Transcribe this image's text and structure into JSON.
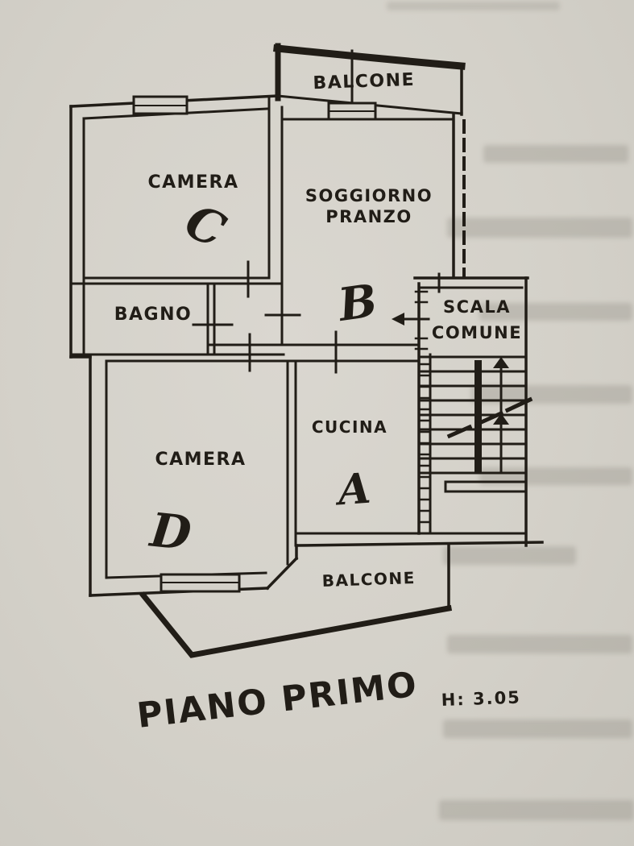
{
  "document": {
    "title": "PIANO PRIMO",
    "height_note": "H: 3.05"
  },
  "rooms": {
    "balcone_top": "BALCONE",
    "camera_c": "CAMERA",
    "soggiorno_line1": "SOGGIORNO",
    "soggiorno_line2": "PRANZO",
    "bagno": "BAGNO",
    "scala_line1": "SCALA",
    "scala_line2": "COMUNE",
    "cucina": "CUCINA",
    "camera_d": "CAMERA",
    "balcone_bottom": "BALCONE"
  },
  "annotations": {
    "unit_a": "A",
    "unit_b": "B",
    "unit_c": "C",
    "unit_d": "D"
  },
  "colors": {
    "paper": "#d4d1c9",
    "ink": "#211d17"
  }
}
